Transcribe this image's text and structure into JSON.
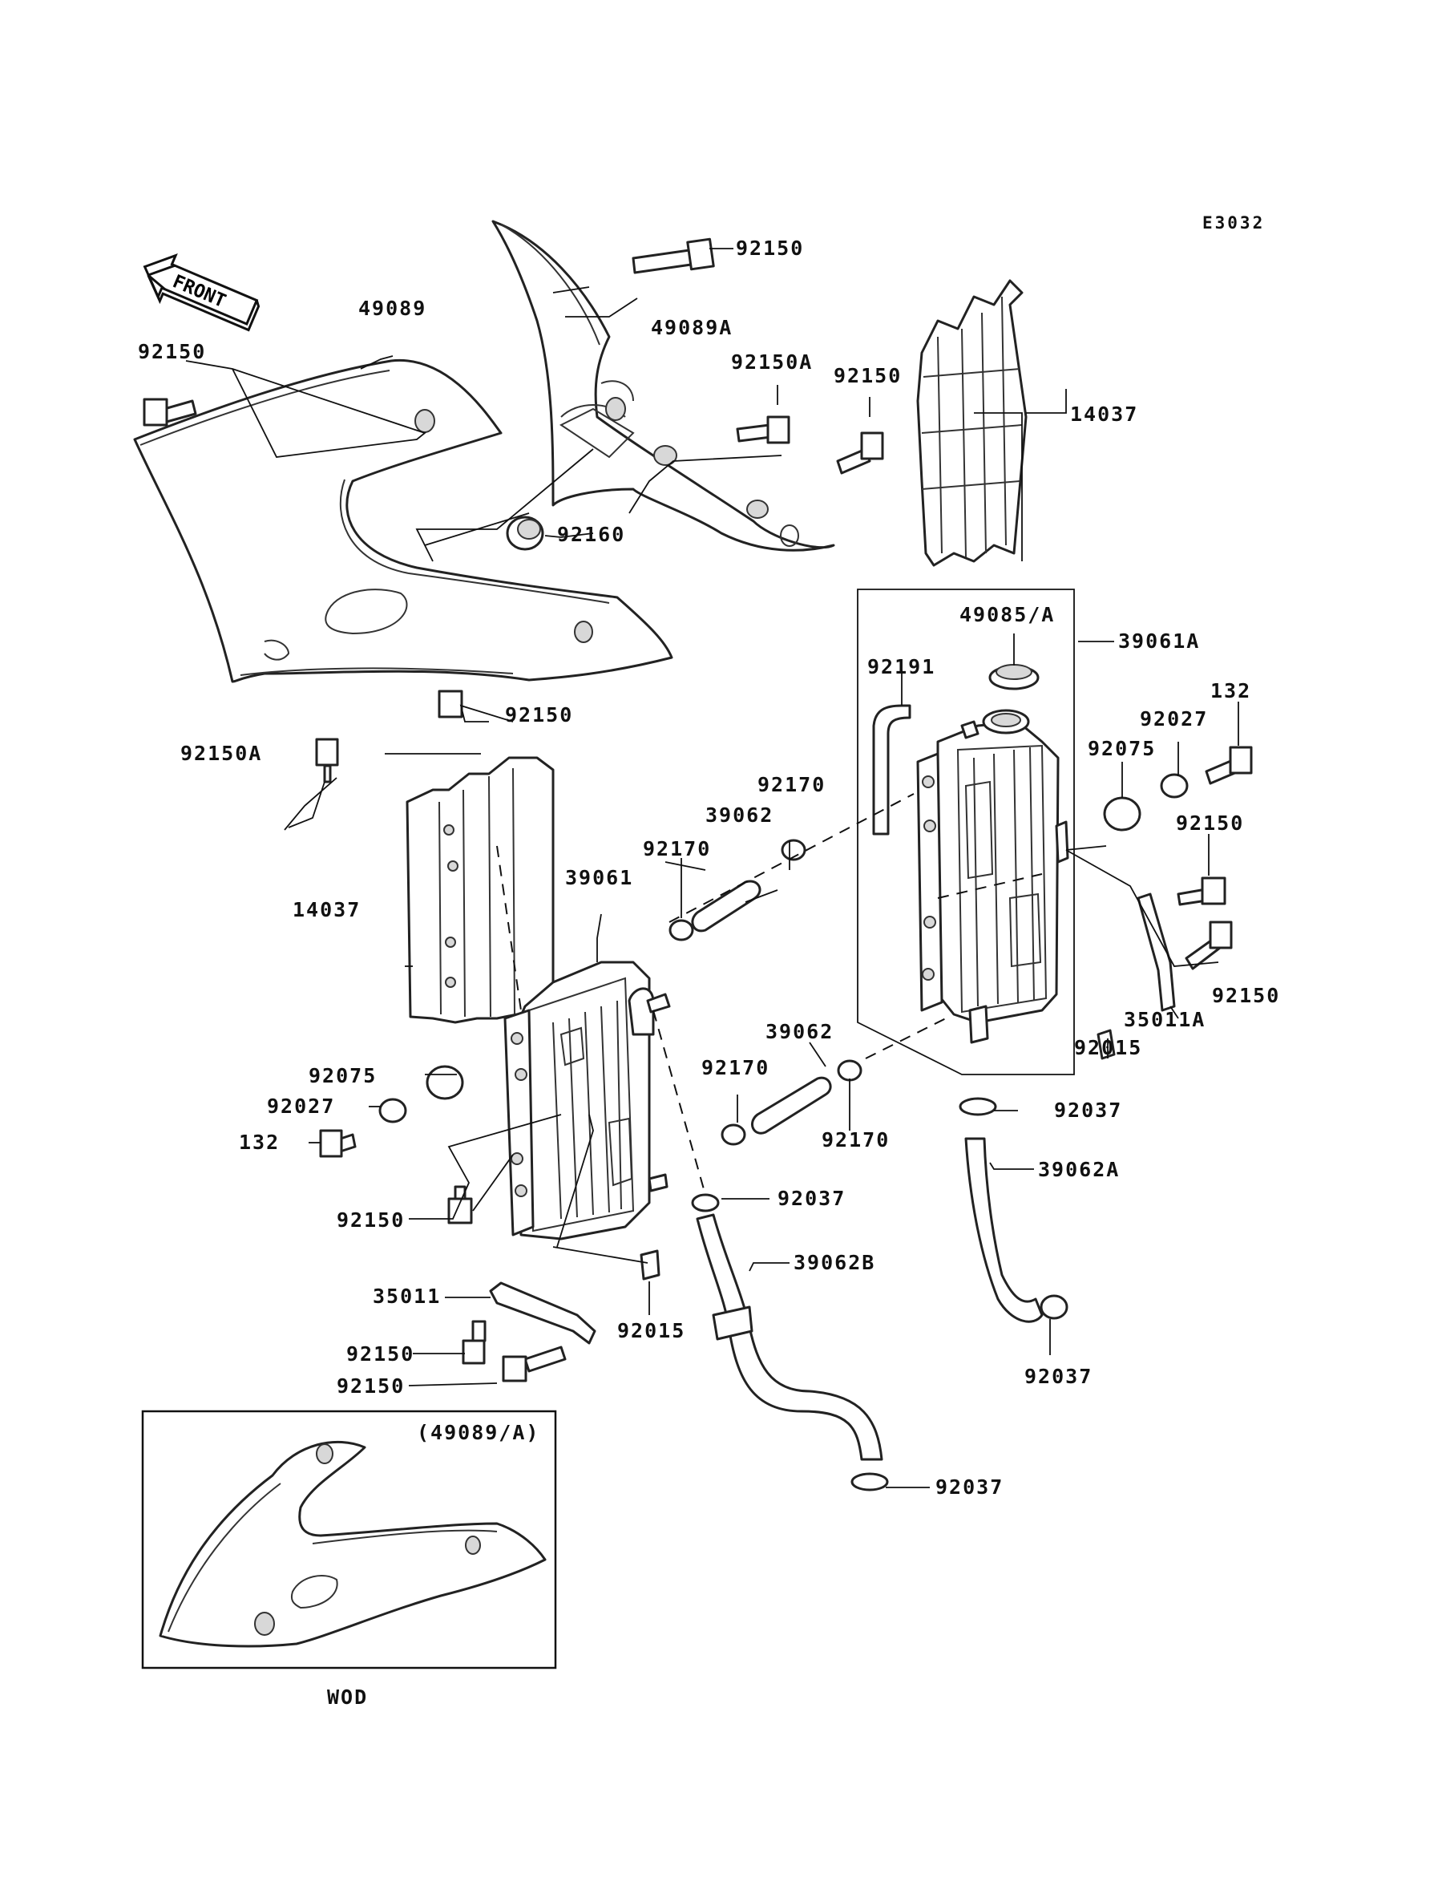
{
  "diagram_code": "E3032",
  "front_label": "FRONT",
  "inset": {
    "title": "(49089/A)",
    "caption": "WOD"
  },
  "labels": {
    "l_92150_top": "92150",
    "l_49089": "49089",
    "l_49089A": "49089A",
    "l_92150_left": "92150",
    "l_92150A_mid": "92150A",
    "l_92150_gr": "92150",
    "l_14037_top": "14037",
    "l_92160": "92160",
    "l_49085A": "49085/A",
    "l_39061A": "39061A",
    "l_92191": "92191",
    "l_132_r": "132",
    "l_92027_r": "92027",
    "l_92075_r": "92075",
    "l_92150_sh": "92150",
    "l_92150A_lo": "92150A",
    "l_92170_a": "92170",
    "l_39062_a": "39062",
    "l_92170_b": "92170",
    "l_92150_r1": "92150",
    "l_14037_mid": "14037",
    "l_39061": "39061",
    "l_92150_r2": "92150",
    "l_35011A": "35011A",
    "l_92015_r": "92015",
    "l_39062_b": "39062",
    "l_92075_l": "92075",
    "l_92170_c": "92170",
    "l_92027_l": "92027",
    "l_92037_a": "92037",
    "l_132_l": "132",
    "l_92170_d": "92170",
    "l_39062A": "39062A",
    "l_92037_b": "92037",
    "l_92150_l": "92150",
    "l_39062B": "39062B",
    "l_35011": "35011",
    "l_92015_l": "92015",
    "l_92150_b1": "92150",
    "l_92037_c": "92037",
    "l_92150_b2": "92150",
    "l_92037_d": "92037"
  }
}
